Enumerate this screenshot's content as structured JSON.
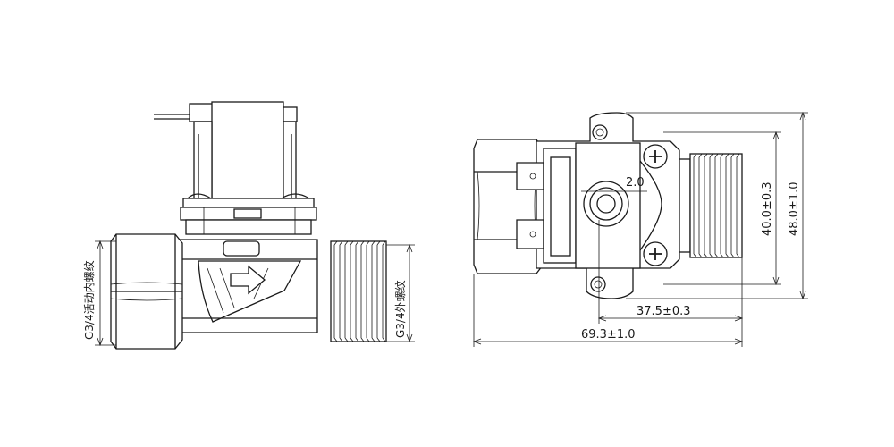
{
  "left_view": {
    "left_thread_label": "G3/4活动内螺纹",
    "right_thread_label": "G3/4外螺纹"
  },
  "right_view": {
    "port_label": "2.0",
    "dim_height_inner": "40.0±0.3",
    "dim_height_outer": "48.0±1.0",
    "dim_width_inner": "37.5±0.3",
    "dim_width_outer": "69.3±1.0"
  }
}
